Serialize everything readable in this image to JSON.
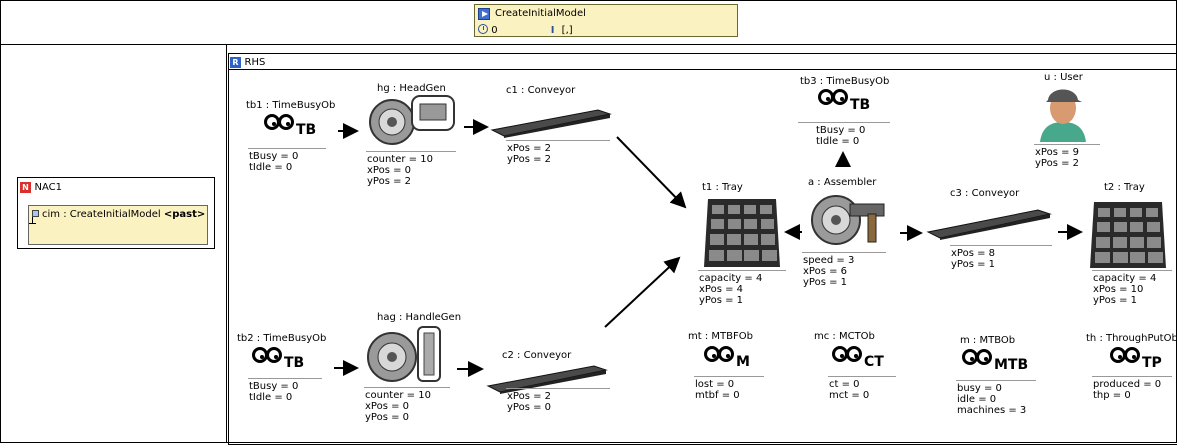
{
  "rule": {
    "title": "CreateInitialModel",
    "priority": "0",
    "params": "[,]"
  },
  "nac": {
    "label": "NAC1",
    "condition_prefix": "cim : CreateInitialModel ",
    "condition_suffix": "<past>"
  },
  "rhs": {
    "label": "RHS"
  },
  "nodes": {
    "tb1": {
      "name": "tb1 : TimeBusyOb",
      "icon_text": "TB",
      "attrs": [
        "tBusy = 0",
        "tIdle = 0"
      ]
    },
    "hg": {
      "name": "hg : HeadGen",
      "attrs": [
        "counter = 10",
        "xPos = 0",
        "yPos = 2"
      ]
    },
    "c1": {
      "name": "c1 : Conveyor",
      "attrs": [
        "xPos = 2",
        "yPos = 2"
      ]
    },
    "tb3": {
      "name": "tb3 : TimeBusyOb",
      "icon_text": "TB",
      "attrs": [
        "tBusy = 0",
        "tIdle = 0"
      ]
    },
    "u": {
      "name": "u : User",
      "attrs": [
        "xPos = 9",
        "yPos = 2"
      ]
    },
    "t1": {
      "name": "t1 : Tray",
      "attrs": [
        "capacity = 4",
        "xPos = 4",
        "yPos = 1"
      ]
    },
    "a": {
      "name": "a : Assembler",
      "attrs": [
        "speed = 3",
        "xPos = 6",
        "yPos = 1"
      ]
    },
    "c3": {
      "name": "c3 : Conveyor",
      "attrs": [
        "xPos = 8",
        "yPos = 1"
      ]
    },
    "t2": {
      "name": "t2 : Tray",
      "attrs": [
        "capacity = 4",
        "xPos = 10",
        "yPos = 1"
      ]
    },
    "tb2": {
      "name": "tb2 : TimeBusyOb",
      "icon_text": "TB",
      "attrs": [
        "tBusy = 0",
        "tIdle = 0"
      ]
    },
    "hag": {
      "name": "hag : HandleGen",
      "attrs": [
        "counter = 10",
        "xPos = 0",
        "yPos = 0"
      ]
    },
    "c2": {
      "name": "c2 : Conveyor",
      "attrs": [
        "xPos = 2",
        "yPos = 0"
      ]
    },
    "mt": {
      "name": "mt : MTBFOb",
      "icon_text": "M",
      "attrs": [
        "lost = 0",
        "mtbf = 0"
      ]
    },
    "mc": {
      "name": "mc : MCTOb",
      "icon_text": "CT",
      "attrs": [
        "ct = 0",
        "mct = 0"
      ]
    },
    "m": {
      "name": "m : MTBOb",
      "icon_text": "MTB",
      "attrs": [
        "busy = 0",
        "idle = 0",
        "machines = 3"
      ]
    },
    "th": {
      "name": "th : ThroughPutOb",
      "icon_text": "TP",
      "attrs": [
        "produced = 0",
        "thp = 0"
      ]
    }
  },
  "colors": {
    "rule_fill": "#fbf2c1",
    "nac_icon": "#d9302c",
    "rhs_icon": "#2f62c7"
  }
}
